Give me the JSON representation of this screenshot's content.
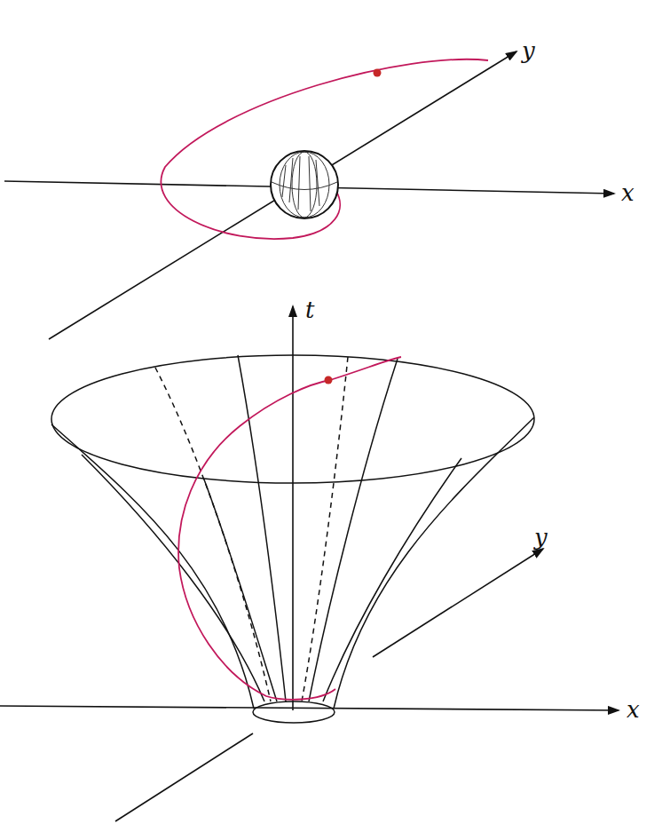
{
  "diagram": {
    "labels": [
      "y",
      "x",
      "t",
      "y",
      "x"
    ]
  }
}
